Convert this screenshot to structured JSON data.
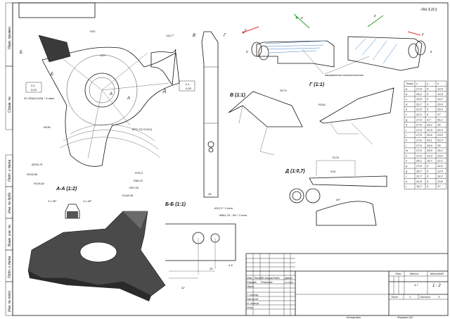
{
  "side_strip": {
    "perv_primen": "Перв. примен.",
    "sprav_no": "Справ. №",
    "podp_data_1": "Подп. и дата",
    "inv_dubl": "Инв. № дубл.",
    "vzam_inv": "Взам. инв. №",
    "podp_data_2": "Подп. и дата",
    "inv_podl": "Инв. № подл."
  },
  "roughness": "√Ra 3,2(√)",
  "views": {
    "section_aa": "А-А (1:2)",
    "section_bb": "Б-Б (1:1)",
    "view_v": "В (1:1)",
    "view_g": "Г (1:1)",
    "view_d": "Д (1:0,7)",
    "arrow_b": "Б",
    "arrow_v": "В",
    "arrow_g": "Г",
    "arrow_d": "Д",
    "arrow_a": "А",
    "plane_direction": "направление плоскостности"
  },
  "dims": {
    "d150": "Ø150",
    "d70": "Ø70 J7(+0,012)",
    "d20": "20 JS9(±0,026) * 3 паза",
    "d209": "Ø209,76",
    "r109": "R109,99",
    "r136": "R136,62",
    "r78": "R78,5",
    "r98": "R98,23",
    "r97": "R97,05",
    "r148": "R148,38",
    "a120": "120°",
    "a143": "143,7°",
    "r20": "R20",
    "dim28": "28",
    "chamfer1": "3 x 45°",
    "chamfer2": "3 x 45°",
    "d12": "Ø12,5 * 3 отв.",
    "m8": "M8x1,25 - 6H * 3 отв.",
    "dim42": "42",
    "dim35": "35",
    "dim4_5": "4,5",
    "r275": "R275",
    "r245": "R245",
    "dim74": "74,03",
    "r15": "R15",
    "a45": "45°",
    "tol1": "0,1",
    "tol2": "0,03",
    "tol3": "0,05"
  },
  "axes": {
    "x": "x",
    "y": "y",
    "z": "z"
  },
  "point_table": {
    "headers": [
      "Точка",
      "x",
      "y",
      "z"
    ],
    "rows": [
      [
        "a",
        "27,9",
        "0",
        "12,9"
      ],
      [
        "b",
        "25,2",
        "0",
        "12,9"
      ],
      [
        "c",
        "23,8",
        "0",
        "14,2"
      ],
      [
        "d",
        "20,7",
        "0",
        "20,6"
      ],
      [
        "e",
        "22,6",
        "0",
        "25,5"
      ],
      [
        "f",
        "22,2",
        "0",
        "37"
      ],
      [
        "g",
        "27,9",
        "4,7",
        "51,2"
      ],
      [
        "h",
        "27,9",
        "29,2",
        "39"
      ],
      [
        "i",
        "27,9",
        "32,9",
        "32,3"
      ],
      [
        "j",
        "27,9",
        "20,6",
        "23,6"
      ],
      [
        "k",
        "27,9",
        "53,1",
        "52,3"
      ],
      [
        "l",
        "27,9",
        "43,6",
        "39"
      ],
      [
        "m",
        "27,9",
        "28,9",
        "26,2"
      ],
      [
        "n",
        "27,9",
        "21,9",
        "23,6"
      ],
      [
        "o",
        "26,2",
        "15,7",
        "22,1"
      ],
      [
        "p",
        "27,9",
        "0",
        "12,6"
      ],
      [
        "q",
        "26,7",
        "0",
        "12,6"
      ],
      [
        "r",
        "22,7",
        "0",
        "14,2"
      ],
      [
        "s",
        "21,8",
        "0",
        "23,8"
      ],
      [
        "t",
        "16,7",
        "0",
        "37"
      ]
    ]
  },
  "title_block": {
    "izm": "Изм.",
    "list": "Лист",
    "doc_no": "№ докум.",
    "podp": "Подп.",
    "data": "Дата",
    "razrab": "Разраб.",
    "razrab_name": "Prokshits",
    "razrab_date": "11.11.2021",
    "prov": "Пров.",
    "t_kontr": "Т. контр.",
    "nach_otd": "Нач.отд.",
    "n_kontr": "Н. контр.",
    "utv": "Утв.",
    "lit": "Лит.",
    "massa": "Масса",
    "masshtab": "Масштаб",
    "massa_value": "4,7",
    "masshtab_value": "1 : 2",
    "list_label": "Лист",
    "list_value": "1",
    "listov_label": "Листов",
    "listov_value": "3"
  },
  "footer": {
    "kopiroval": "Копировал",
    "format": "Формат А3"
  },
  "colors": {
    "x_axis": "#e03030",
    "y_axis": "#2aa02a",
    "hatch": "#3b7fc4"
  }
}
